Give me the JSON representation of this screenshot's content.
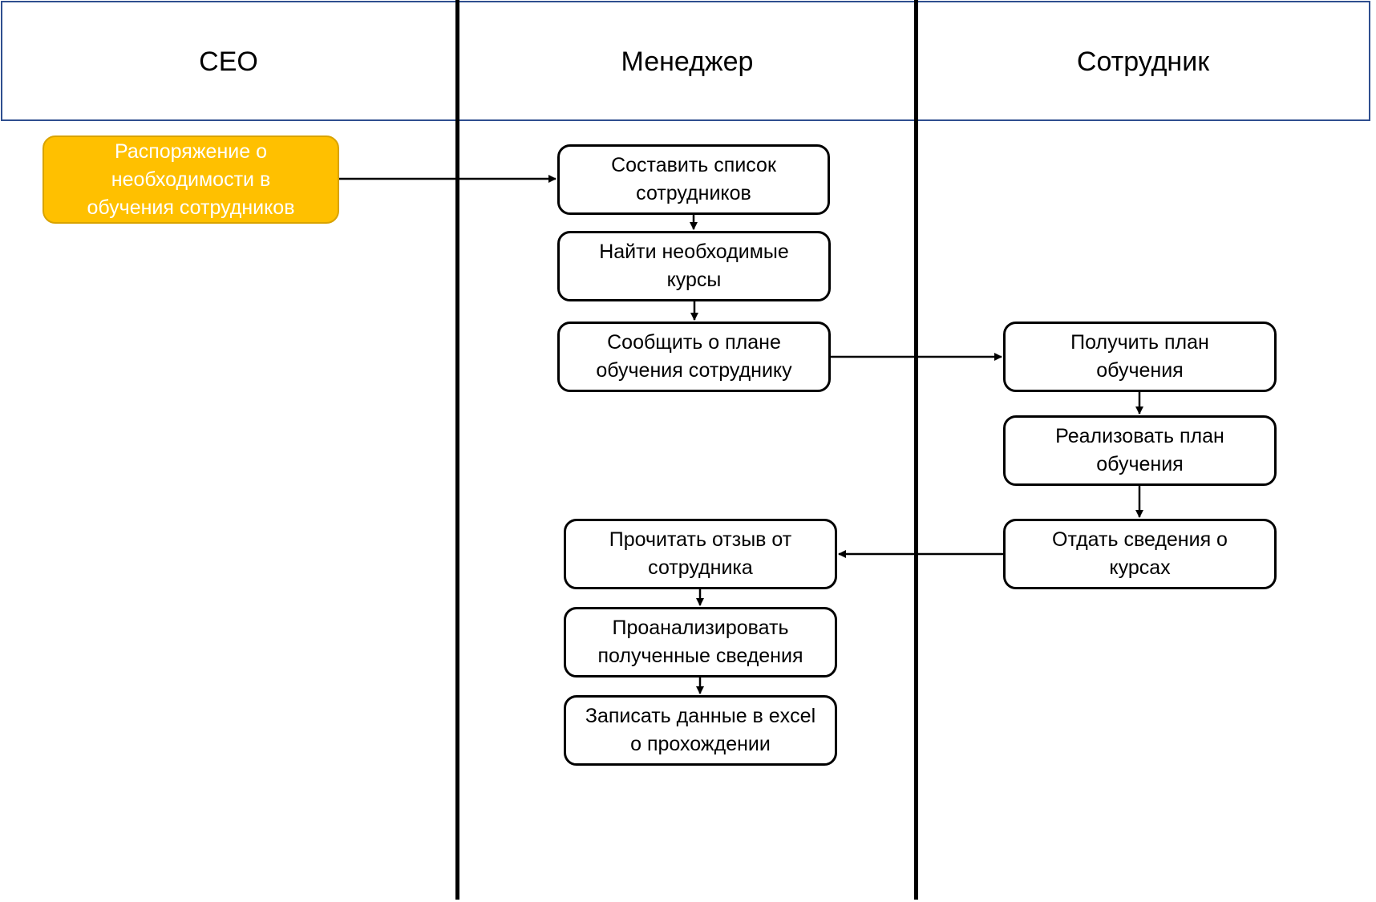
{
  "lanes": [
    {
      "title": "CEO"
    },
    {
      "title": "Менеджер"
    },
    {
      "title": "Сотрудник"
    }
  ],
  "nodes": {
    "order": "Распоряжение о\nнеобходимости в\nобучения сотрудников",
    "make_list": "Составить список\nсотрудников",
    "find_courses": "Найти необходимые\nкурсы",
    "inform_plan": "Сообщить о плане\nобучения сотруднику",
    "get_plan": "Получить план\nобучения",
    "implement_plan": "Реализовать план\nобучения",
    "give_info": "Отдать сведения о\nкурсах",
    "read_feedback": "Прочитать отзыв от\nсотрудника",
    "analyze": "Проанализировать\nполученные сведения",
    "record_excel": "Записать данные в excel\nо прохождении"
  },
  "colors": {
    "start_fill": "#ffc000",
    "header_border": "#2f4f8f",
    "line": "#000000"
  }
}
